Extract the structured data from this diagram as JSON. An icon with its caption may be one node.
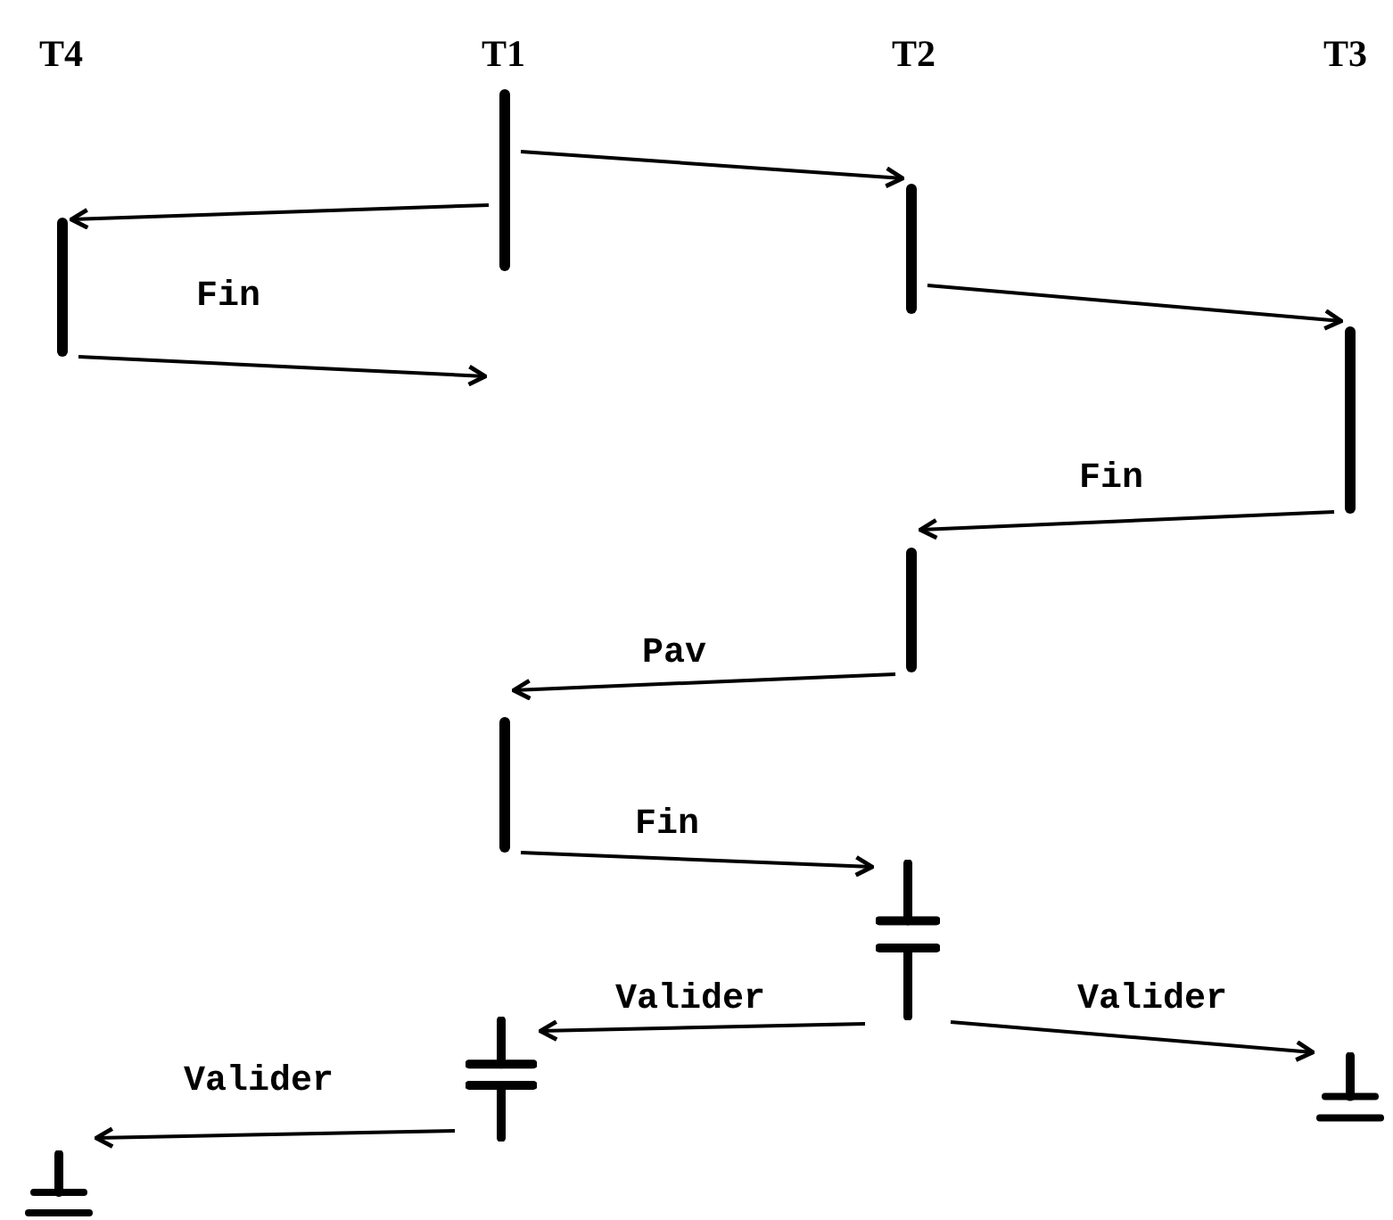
{
  "diagram": {
    "nodes": [
      {
        "text": [],
        "shape": "bar"
      },
      {
        "text": [],
        "shape": "bar"
      },
      {
        "text": [],
        "shape": "bar"
      },
      {
        "text": [],
        "shape": "bar"
      },
      {
        "text": [],
        "shape": "bar"
      },
      {
        "text": [],
        "shape": "bar"
      },
      {
        "text": [],
        "shape": "symbol"
      },
      {
        "text": [],
        "shape": "symbol"
      },
      {
        "text": [],
        "shape": "symbol"
      },
      {
        "text": [],
        "shape": "symbol"
      }
    ],
    "edges": [
      {
        "from": 0,
        "to": 1,
        "arrow": "to"
      },
      {
        "from": 0,
        "to": 2,
        "arrow": "to"
      },
      {
        "from": 2,
        "to": null,
        "arrow": "to",
        "label": "Fin"
      },
      {
        "from": 1,
        "to": 3,
        "arrow": "to"
      },
      {
        "from": 3,
        "to": 4,
        "arrow": "to",
        "label": "Fin"
      },
      {
        "from": 4,
        "to": 5,
        "arrow": "to",
        "label": "Pav"
      },
      {
        "from": 5,
        "to": 6,
        "arrow": "to",
        "label": "Fin"
      },
      {
        "from": 6,
        "to": 7,
        "arrow": "to",
        "label": "Valider"
      },
      {
        "from": 6,
        "to": 8,
        "arrow": "to",
        "label": "Valider"
      },
      {
        "from": 7,
        "to": 9,
        "arrow": "to",
        "label": "Valider"
      }
    ],
    "labels": [
      "T4",
      "T1",
      "T2",
      "T3"
    ]
  }
}
